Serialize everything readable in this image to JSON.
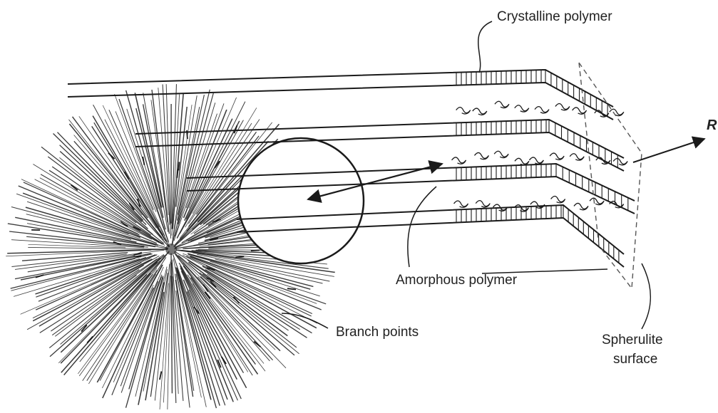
{
  "diagram": {
    "labels": {
      "crystalline": "Crystalline polymer",
      "amorphous": "Amorphous polymer",
      "branch_points": "Branch points",
      "spherulite_line1": "Spherulite",
      "spherulite_line2": "surface",
      "radius": "R"
    },
    "colors": {
      "ink": "#1a1a1a",
      "background": "#ffffff"
    }
  }
}
